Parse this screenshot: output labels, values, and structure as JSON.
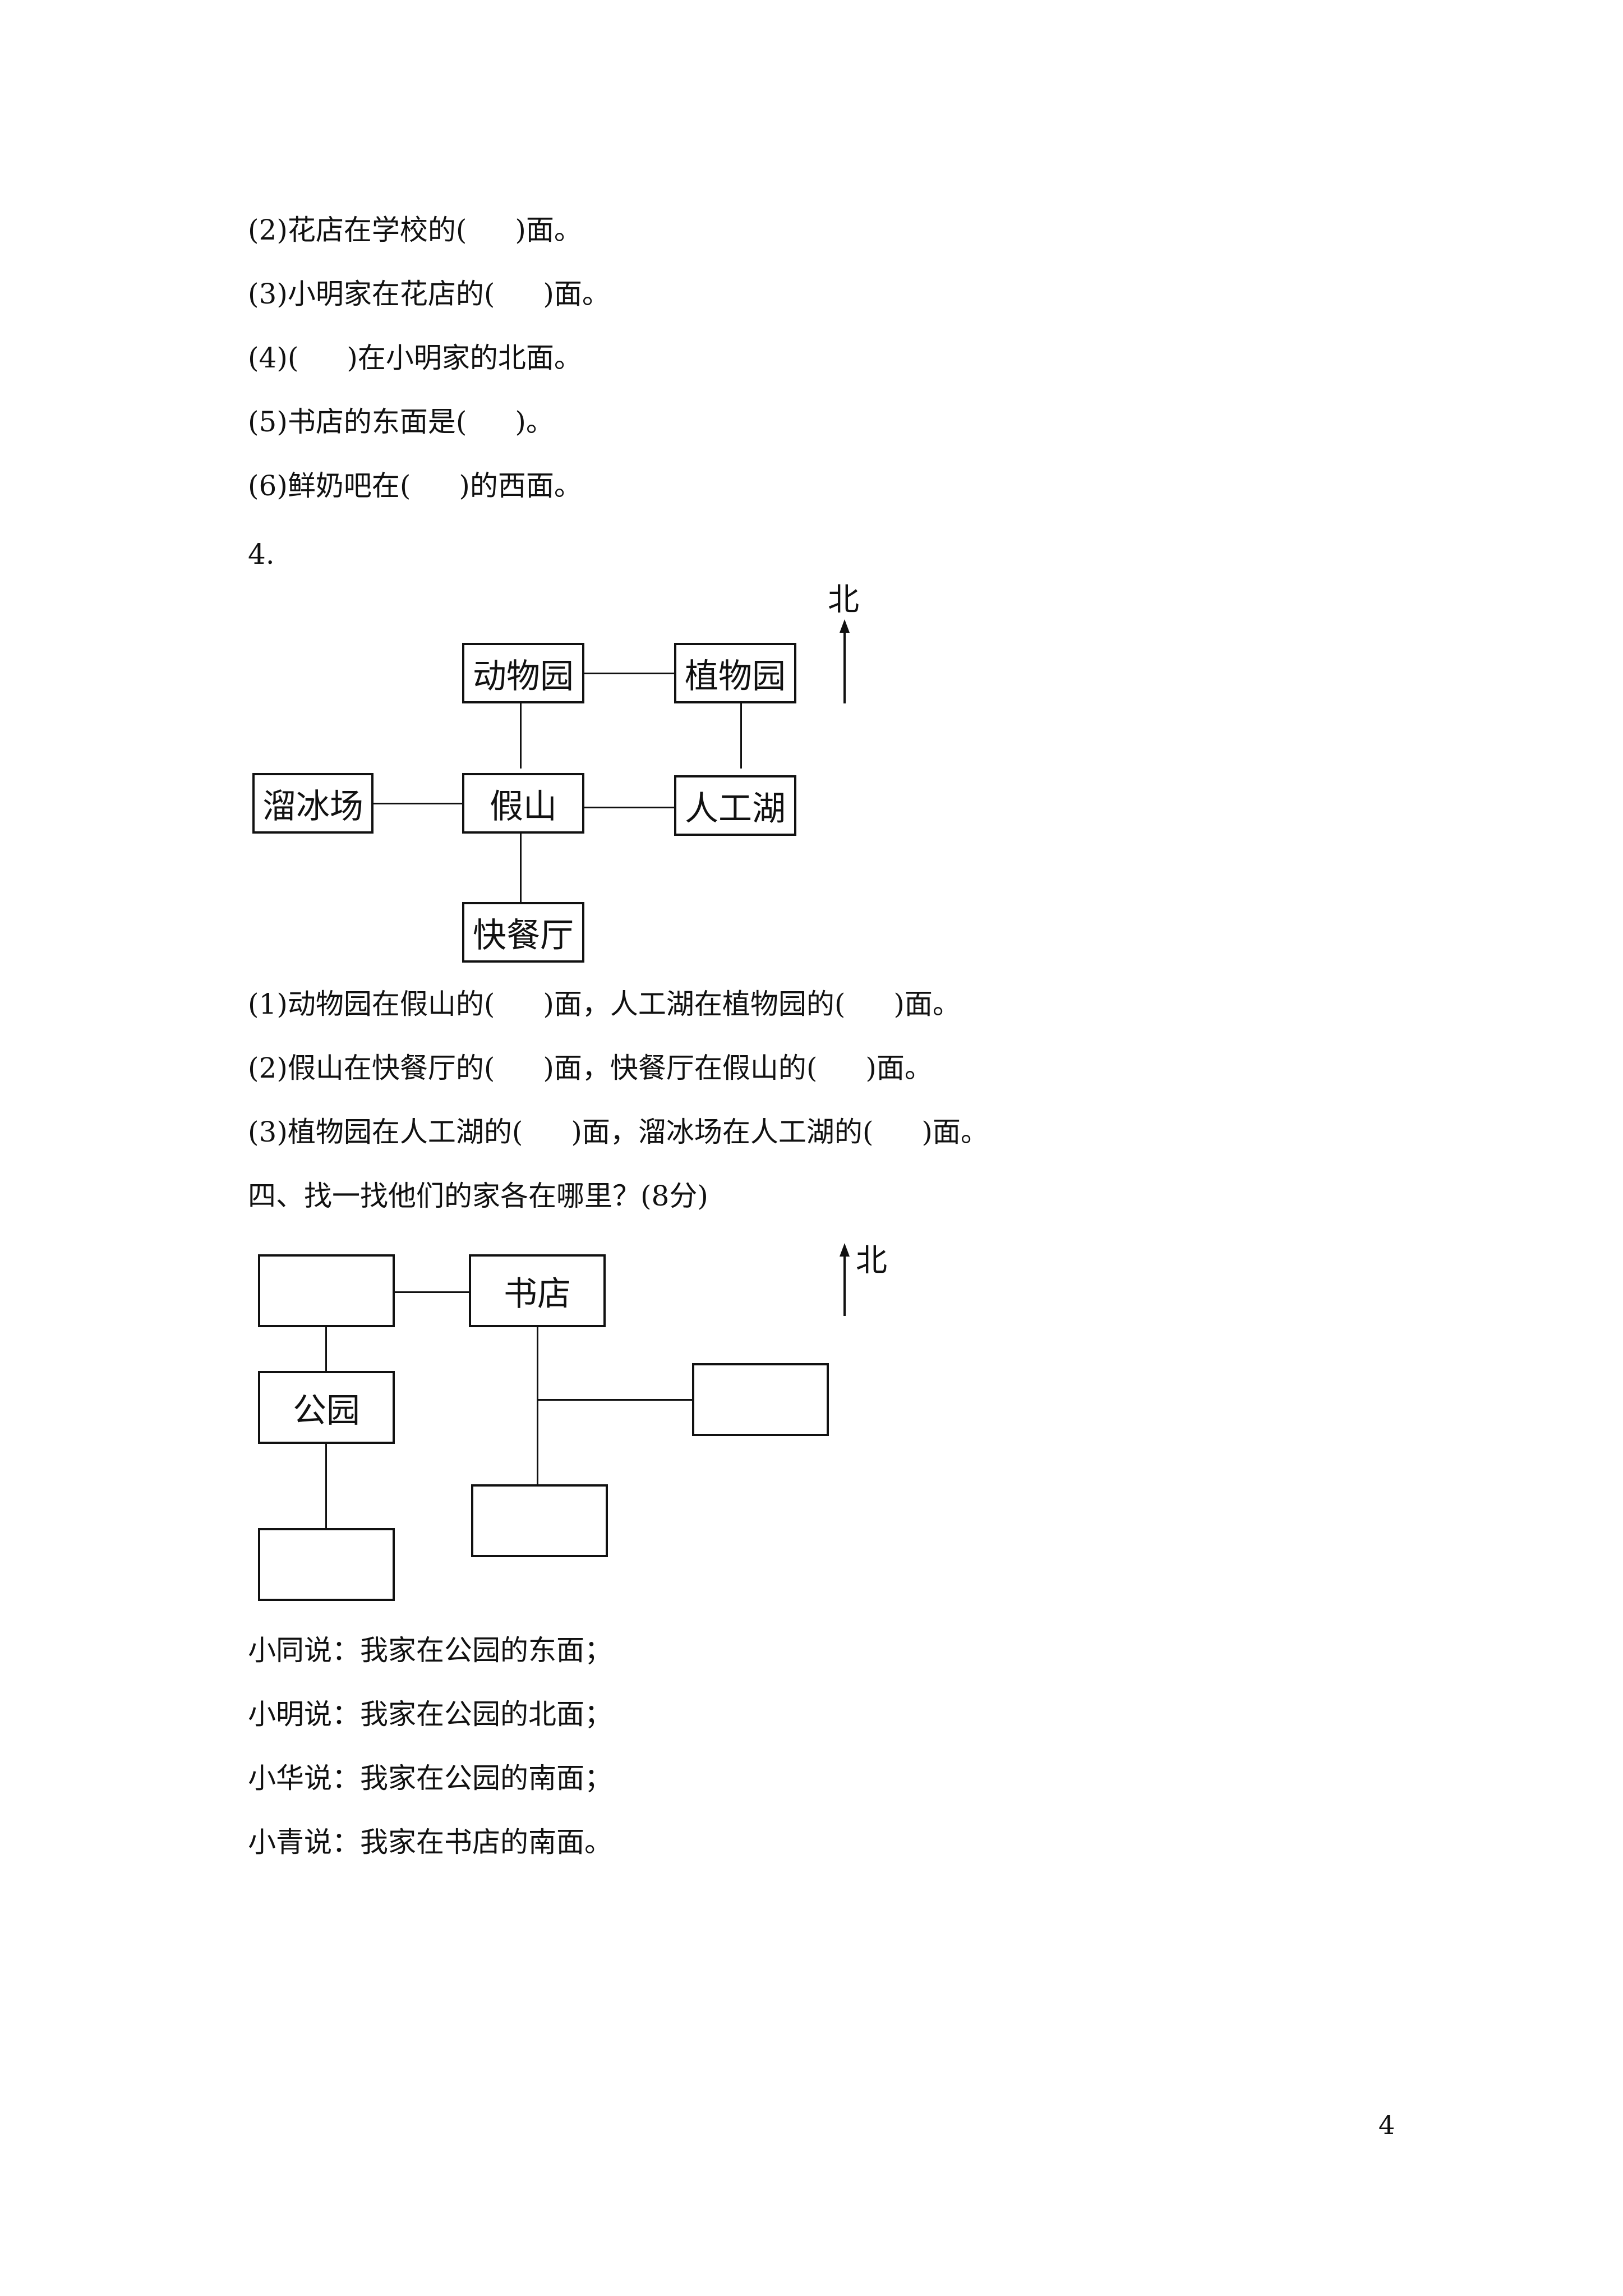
{
  "questions_part3": [
    {
      "prefix": "(2)花店在学校的(",
      "suffix": ")面。"
    },
    {
      "prefix": "(3)小明家在花店的(",
      "suffix": ")面。"
    },
    {
      "prefix": "(4)(",
      "suffix": ")在小明家的北面。"
    },
    {
      "prefix": "(5)书店的东面是(",
      "suffix": ")。"
    },
    {
      "prefix": "(6)鲜奶吧在(",
      "suffix": ")的西面。"
    }
  ],
  "problem4": {
    "number": "4.",
    "map": {
      "north_label": "北",
      "places": {
        "zoo": "动物园",
        "botanical_garden": "植物园",
        "ice_rink": "溜冰场",
        "rockery": "假山",
        "artificial_lake": "人工湖",
        "fast_food": "快餐厅"
      }
    },
    "questions": [
      {
        "a": "(1)动物园在假山的(",
        "b": ")面，人工湖在植物园的(",
        "c": ")面。"
      },
      {
        "a": "(2)假山在快餐厅的(",
        "b": ")面，快餐厅在假山的(",
        "c": ")面。"
      },
      {
        "a": "(3)植物园在人工湖的(",
        "b": ")面，溜冰场在人工湖的(",
        "c": ")面。"
      }
    ]
  },
  "section4": {
    "title": "四、找一找他们的家各在哪里？(8分)",
    "map": {
      "north_label": "北",
      "places": {
        "bookstore": "书店",
        "park": "公园"
      }
    },
    "statements": [
      "小同说：我家在公园的东面；",
      "小明说：我家在公园的北面；",
      "小华说：我家在公园的南面；",
      "小青说：我家在书店的南面。"
    ]
  },
  "page_number": "4"
}
